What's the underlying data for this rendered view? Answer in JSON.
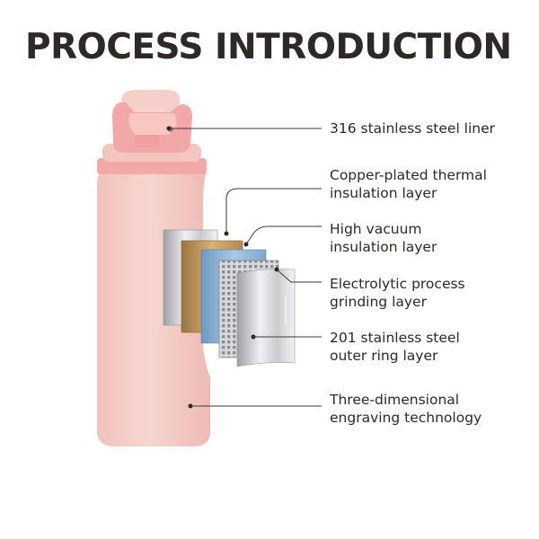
{
  "title": "PROCESS INTRODUCTION",
  "product": {
    "name": "insulated water bottle",
    "body_color": "#f4cfc9",
    "lid_color": "#f2a8a8"
  },
  "callouts": [
    {
      "lines": [
        "316 stainless steel liner"
      ]
    },
    {
      "lines": [
        "Copper-plated thermal",
        "insulation layer"
      ]
    },
    {
      "lines": [
        "High vacuum",
        "insulation layer"
      ]
    },
    {
      "lines": [
        "Electrolytic process",
        "grinding layer"
      ]
    },
    {
      "lines": [
        "201 stainless steel",
        "outer ring layer"
      ]
    },
    {
      "lines": [
        "Three-dimensional",
        "engraving technology"
      ]
    }
  ],
  "colors": {
    "text": "#2c2926",
    "leader_line": "#3a3a3a",
    "layer_copper": "#c8a062",
    "layer_blue": "#8fb6d8",
    "layer_steel": "#d9dadb"
  }
}
